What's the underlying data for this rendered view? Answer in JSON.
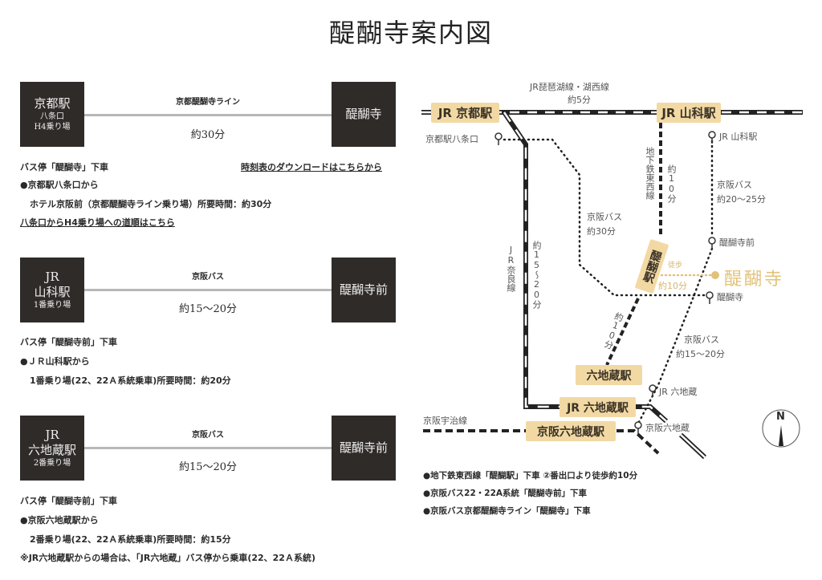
{
  "title": "醍醐寺案内図",
  "routes": [
    {
      "from": {
        "name": "京都駅",
        "sub1": "八条口",
        "sub2": "H4乗り場"
      },
      "to": "醍醐寺",
      "line": "京都醍醐寺ライン",
      "time": "約30分",
      "stop": "バス停「醍醐寺」下車",
      "timetable_link": "時刻表のダウンロードはこちらから",
      "lines": [
        "●京都駅八条口から",
        "ホテル京阪前（京都醍醐寺ライン乗り場）所要時間：約30分"
      ],
      "route_link": "八条口からH4乗り場への道順はこちら"
    },
    {
      "from": {
        "name1": "JR",
        "name2": "山科駅",
        "sub": "1番乗り場"
      },
      "to": "醍醐寺前",
      "line": "京阪バス",
      "time": "約15〜20分",
      "stop": "バス停「醍醐寺前」下車",
      "lines": [
        "●ＪＲ山科駅から",
        "1番乗り場(22、22Ａ系統乗車)所要時間：約20分"
      ]
    },
    {
      "from": {
        "name1": "JR",
        "name2": "六地蔵駅",
        "sub": "2番乗り場"
      },
      "to": "醍醐寺前",
      "line": "京阪バス",
      "time": "約15〜20分",
      "stop": "バス停「醍醐寺前」下車",
      "lines": [
        "●京阪六地蔵駅から",
        "2番乗り場(22、22Ａ系統乗車)所要時間：約15分",
        "※JR六地蔵駅からの場合は、「JR六地蔵」バス停から乗車(22、22Ａ系統)"
      ]
    }
  ],
  "map": {
    "stations": {
      "jr_kyoto": "JR 京都駅",
      "jr_yamashina": "JR 山科駅",
      "daigo": "醍醐駅",
      "rokujizo": "六地蔵駅",
      "jr_rokujizo": "JR 六地蔵駅",
      "keihan_rokujizo": "京阪六地蔵駅"
    },
    "bus_stops": {
      "hachijo": "京都駅八条口",
      "jr_yamashina": "JR 山科駅",
      "daigojimae": "醍醐寺前",
      "daigoji": "醍醐寺",
      "jr_rokujizo": "JR 六地蔵",
      "keihan_rokujizo": "京阪六地蔵"
    },
    "labels": {
      "biwako_line": "JR琵琶湖線・湖西線",
      "biwako_time": "約5分",
      "subway": "地下鉄東西線",
      "subway_time": "約10分",
      "bus_yamashina": "京阪バス",
      "bus_yamashina_time": "約20〜25分",
      "bus_kyoto": "京阪バス",
      "bus_kyoto_time": "約30分",
      "nara_line": "JR奈良線",
      "nara_time": "約15〜20分",
      "walk": "徒歩",
      "walk_time": "約10分",
      "temple": "醍醐寺",
      "subway_time2": "約10分",
      "bus_rokujizo": "京阪バス",
      "bus_rokujizo_time": "約15〜20分",
      "uji_line": "京阪宇治線",
      "compass": "N"
    },
    "notes": [
      "●地下鉄東西線「醍醐駅」下車 ②番出口より徒歩約10分",
      "●京阪バス22・22A系統「醍醐寺前」下車",
      "●京阪バス京都醍醐寺ライン「醍醐寺」下車"
    ],
    "colors": {
      "station": "#f2d9a4",
      "temple": "#e2c27a",
      "box": "#2f2b29"
    }
  }
}
